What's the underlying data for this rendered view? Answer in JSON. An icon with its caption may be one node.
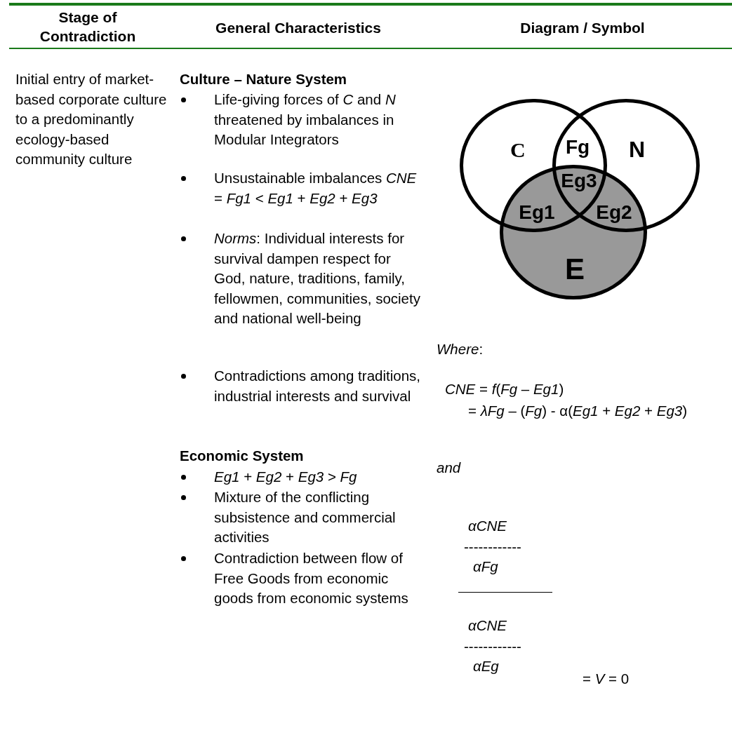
{
  "diagram": {
    "nodes": [
      {
        "text": [
          "C"
        ]
      },
      {
        "text": [
          "N"
        ]
      },
      {
        "text": [
          "E"
        ]
      }
    ],
    "labels": [
      "Stage of Contradiction",
      "General Characteristics",
      "Diagram / Symbol",
      "Initial entry of market-based corporate culture to a predominantly ecology-based community culture",
      "Culture – Nature System",
      "Life-giving forces of *C* and *N* threatened by imbalances in Modular Integrators",
      "Unsustainable imbalances *CNE* = *Fg1* < *Eg1* + *Eg2* + *Eg3*",
      "*Norms*: Individual interests for survival dampen respect for God, nature, traditions, family, fellowmen, communities, society and national well-being",
      "Contradictions among traditions, industrial interests and survival",
      "Economic System",
      "*Eg1* + *Eg2* + *Eg3* > *Fg*",
      "Mixture of the conflicting subsistence and commercial activities",
      "Contradiction between flow of Free Goods from economic goods from economic systems",
      "Fg",
      "Eg3",
      "Eg1",
      "Eg2",
      "*Where*:",
      "*CNE* = *f*(*Fg* – *Eg1*)",
      "= *λFg* – (*Fg*) - α(*Eg1* + *Eg2* + *Eg3*)",
      "and",
      "αCNE",
      "------------",
      "αFg",
      "αCNE",
      "------------",
      "αEg",
      "= *V* = 0"
    ]
  }
}
